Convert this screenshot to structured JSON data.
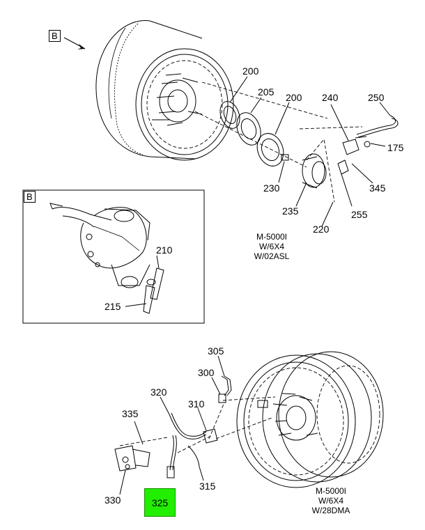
{
  "view_labels": {
    "top_view": "B",
    "detail_box": "B"
  },
  "top_parts": {
    "p200a": "200",
    "p205": "205",
    "p200b": "200",
    "p240": "240",
    "p250": "250",
    "p175": "175",
    "p230": "230",
    "p345": "345",
    "p235": "235",
    "p255": "255",
    "p220": "220"
  },
  "detail_parts": {
    "p210": "210",
    "p215": "215"
  },
  "top_note": {
    "line1": "M-5000I",
    "line2": "W/6X4",
    "line3": "W/02ASL"
  },
  "bottom_parts": {
    "p305": "305",
    "p300": "300",
    "p320": "320",
    "p310": "310",
    "p335": "335",
    "p330": "330",
    "p325": "325",
    "p315": "315"
  },
  "bottom_note": {
    "line1": "M-5000I",
    "line2": "W/6X4",
    "line3": "W/28DMA"
  },
  "colors": {
    "highlight": "#22ee00"
  }
}
